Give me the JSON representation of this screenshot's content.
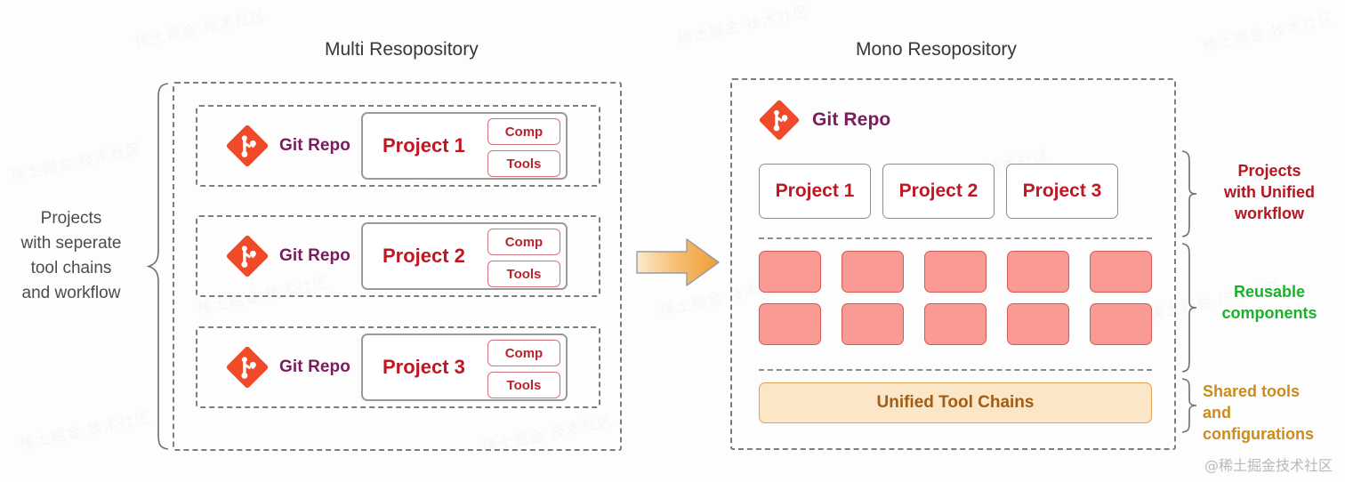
{
  "panels": {
    "multi": {
      "title": "Multi Resopository",
      "caption": "Projects\nwith seperate\ntool chains\nand workflow",
      "repos": [
        {
          "git_label": "Git Repo",
          "project": "Project 1",
          "tags": [
            "Comp",
            "Tools"
          ]
        },
        {
          "git_label": "Git Repo",
          "project": "Project 2",
          "tags": [
            "Comp",
            "Tools"
          ]
        },
        {
          "git_label": "Git Repo",
          "project": "Project 3",
          "tags": [
            "Comp",
            "Tools"
          ]
        }
      ]
    },
    "mono": {
      "title": "Mono Resopository",
      "git_label": "Git Repo",
      "projects": [
        "Project 1",
        "Project 2",
        "Project 3"
      ],
      "components_count": 10,
      "toolchains_label": "Unified Tool Chains",
      "annotations": [
        {
          "text": "Projects\nwith Unified\nworkflow",
          "color": "#b3171f"
        },
        {
          "text": "Reusable\ncomponents",
          "color": "#1db02b"
        },
        {
          "text": "Shared tools\nand configurations",
          "color": "#cc8b1a"
        }
      ]
    }
  },
  "arrow": {
    "name": "transition-arrow",
    "direction": "right"
  },
  "watermark": {
    "corner": "@稀土掘金技术社区",
    "background": "稀土掘金 技术社区"
  },
  "colors": {
    "git_logo": "#ef4a29",
    "git_label": "#7b1b5e",
    "project_text": "#c01823",
    "component_fill": "#f99a95",
    "component_border": "#cf5b56",
    "toolchain_fill": "#fbe6c8",
    "toolchain_border": "#e0a254",
    "toolchain_text": "#a25d15",
    "dashed_border": "#7d7d7d",
    "arrow_from": "#fbe3c0",
    "arrow_to": "#ef9c34"
  }
}
